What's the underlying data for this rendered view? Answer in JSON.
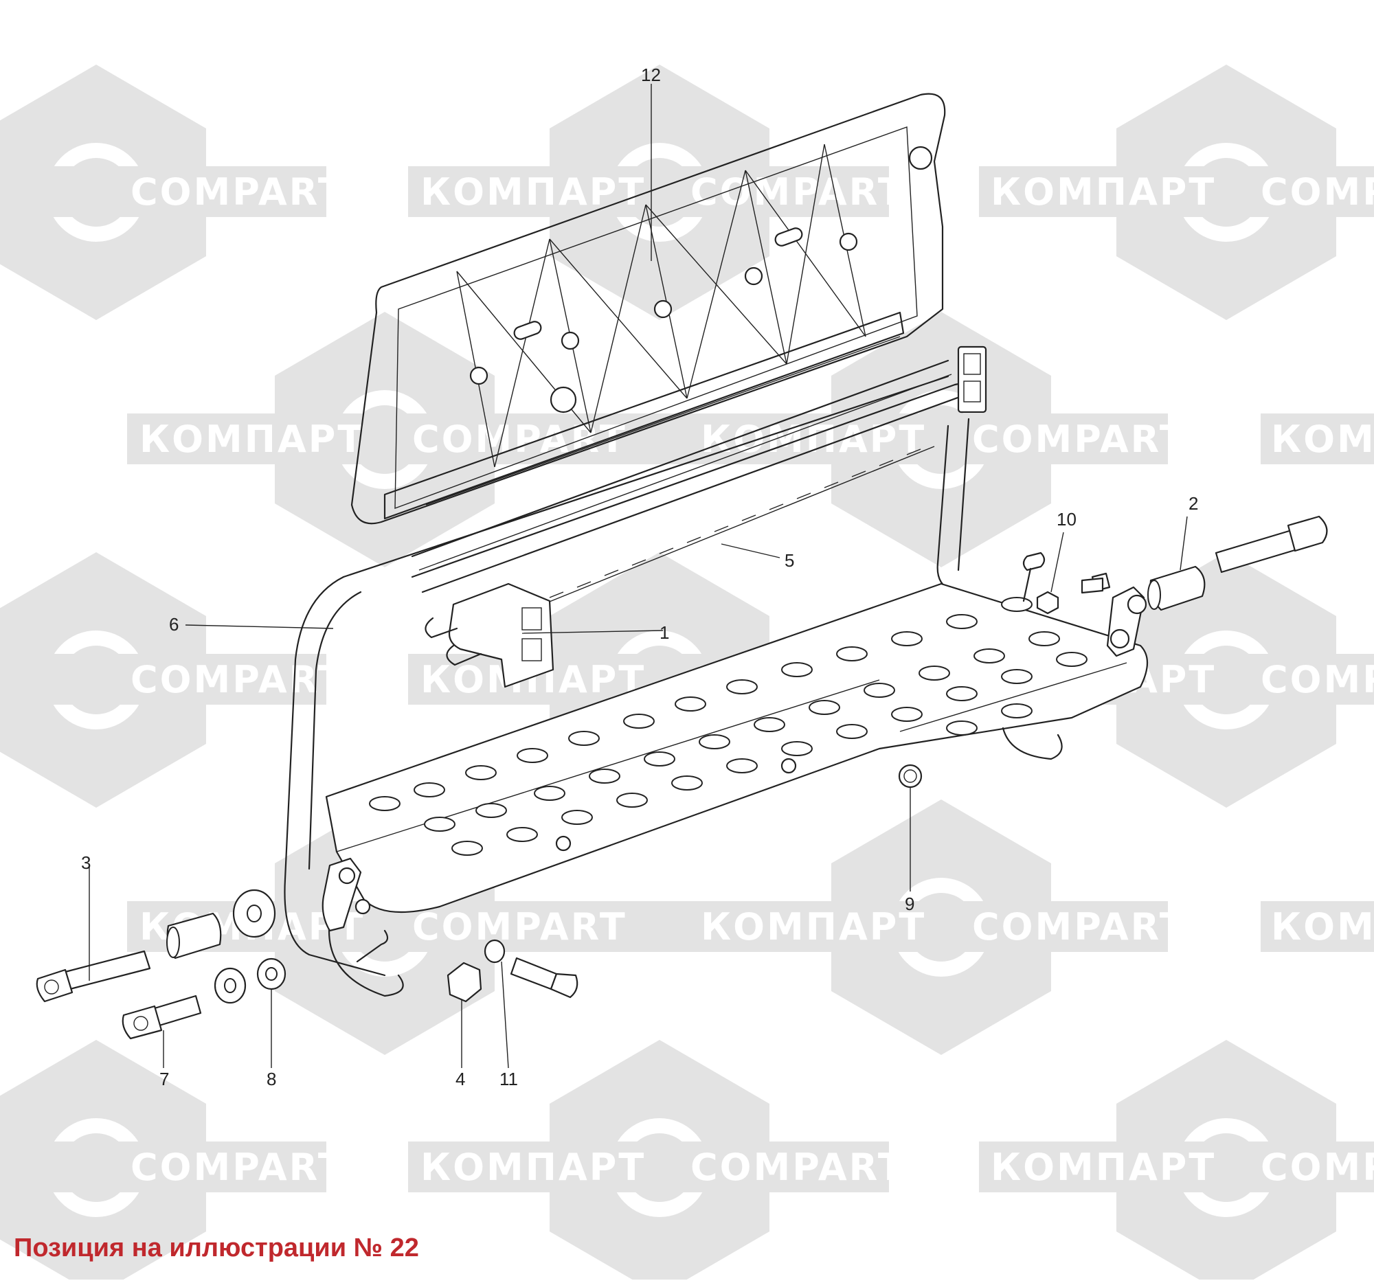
{
  "watermarks": {
    "latin": "COMPART",
    "cyrillic": "КОМПАРТ",
    "color": "#e3e3e3"
  },
  "callouts": [
    "1",
    "2",
    "3",
    "4",
    "5",
    "6",
    "7",
    "8",
    "9",
    "10",
    "11",
    "12"
  ],
  "caption": "Позиция на иллюстрации № 22",
  "colors": {
    "caption": "#c0282d",
    "line": "#222222"
  }
}
